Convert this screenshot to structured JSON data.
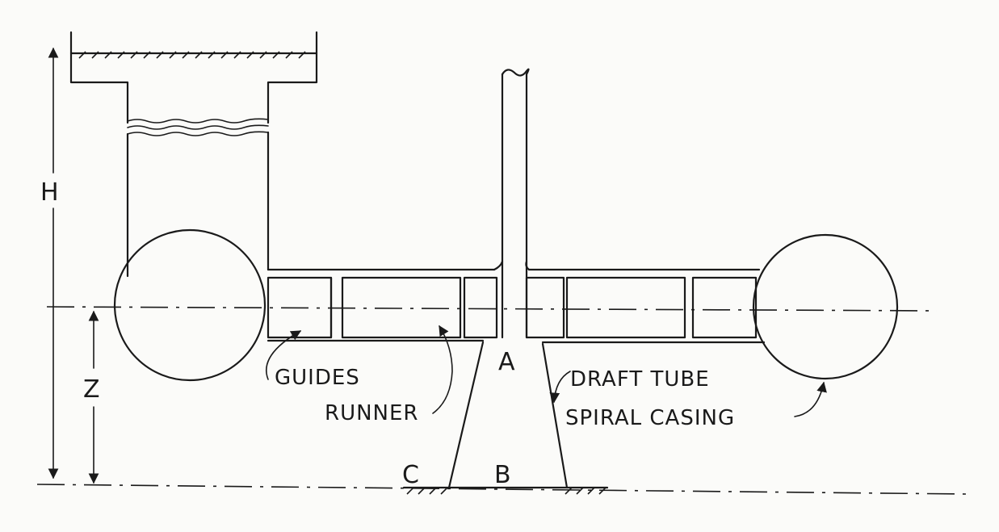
{
  "labels": {
    "H": "H",
    "Z": "Z",
    "A": "A",
    "B": "B",
    "C": "C",
    "guides": "GUIDES",
    "runner": "RUNNER",
    "draft_tube": "DRAFT TUBE",
    "spiral_casing": "SPIRAL CASING"
  }
}
